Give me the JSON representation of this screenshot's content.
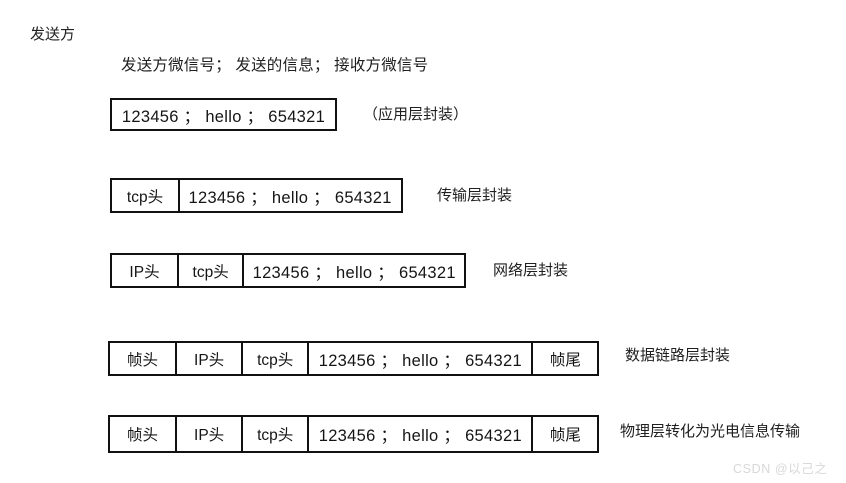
{
  "diagram": {
    "sender_label": "发送方",
    "legend_line": "发送方微信号；  发送的信息；  接收方微信号",
    "payload_text": "123456 ；  hello ；  654321",
    "rows": [
      {
        "id": "row-app",
        "layer": "application",
        "side_label": "（应用层封装）",
        "cells": [
          {
            "name": "payload",
            "text": "123456 ；  hello ；  654321"
          }
        ]
      },
      {
        "id": "row-tcp",
        "layer": "transport",
        "side_label": "传输层封装",
        "cells": [
          {
            "name": "tcp-header",
            "text": "tcp头"
          },
          {
            "name": "payload",
            "text": "123456 ；  hello ；  654321"
          }
        ]
      },
      {
        "id": "row-ip",
        "layer": "network",
        "side_label": "网络层封装",
        "cells": [
          {
            "name": "ip-header",
            "text": "IP头"
          },
          {
            "name": "tcp-header",
            "text": "tcp头"
          },
          {
            "name": "payload",
            "text": "123456 ；  hello ；  654321"
          }
        ]
      },
      {
        "id": "row-link",
        "layer": "data-link",
        "side_label": "数据链路层封装",
        "cells": [
          {
            "name": "frame-header",
            "text": "帧头"
          },
          {
            "name": "ip-header",
            "text": "IP头"
          },
          {
            "name": "tcp-header",
            "text": "tcp头"
          },
          {
            "name": "payload",
            "text": "123456 ；  hello ；  654321"
          },
          {
            "name": "frame-tail",
            "text": "帧尾"
          }
        ]
      },
      {
        "id": "row-phy",
        "layer": "physical",
        "side_label": "物理层转化为光电信息传输",
        "cells": [
          {
            "name": "frame-header",
            "text": "帧头"
          },
          {
            "name": "ip-header",
            "text": "IP头"
          },
          {
            "name": "tcp-header",
            "text": "tcp头"
          },
          {
            "name": "payload",
            "text": "123456 ；  hello ；  654321"
          },
          {
            "name": "frame-tail",
            "text": "帧尾"
          }
        ]
      }
    ]
  },
  "watermark": {
    "text": "CSDN @以己之"
  },
  "colors": {
    "background": "#ffffff",
    "box_border": "#111111",
    "text": "#202020",
    "watermark": "#d8d8d8"
  }
}
